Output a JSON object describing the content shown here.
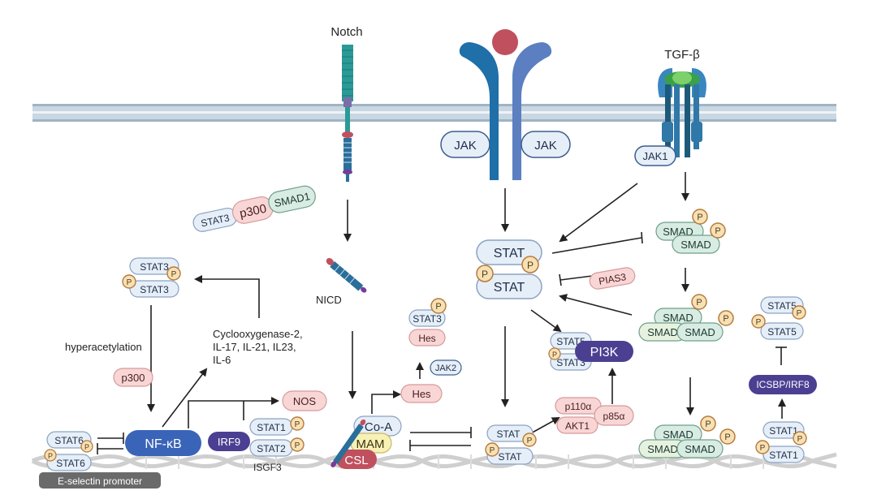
{
  "labels": {
    "notch": "Notch",
    "tgfb": "TGF-β",
    "jak_left": "JAK",
    "jak_right": "JAK",
    "jak1": "JAK1",
    "nicd": "NICD",
    "stat_top": "STAT",
    "stat_bottom": "STAT",
    "pias3": "PIAS3",
    "stat3_a": "STAT3",
    "stat3_b": "STAT3",
    "hyperacetylation": "hyperacetylation",
    "p300_small": "p300",
    "stat3_complex": "STAT3",
    "p300_complex": "p300",
    "smad1_complex": "SMAD1",
    "cytokines_1": "Cyclooxygenase-2,",
    "cytokines_2": "IL-17, IL-21, IL23,",
    "cytokines_3": "IL-6",
    "nfkb": "NF-κB",
    "nos": "NOS",
    "irf9": "IRF9",
    "stat1_isgf": "STAT1",
    "stat2_isgf": "STAT2",
    "isgf3": "ISGF3",
    "stat6_a": "STAT6",
    "stat6_b": "STAT6",
    "eselectin": "E-selectin promoter",
    "coa": "Co-A",
    "mam": "MAM",
    "csl": "CSL",
    "hes_lower": "Hes",
    "hes_upper": "Hes",
    "stat3_hes": "STAT3",
    "jak2": "JAK2",
    "stat5_pi3k": "STAT5",
    "stat3_pi3k": "STAT3",
    "pi3k": "PI3K",
    "p110a": "p110α",
    "akt1": "AKT1",
    "p85a": "p85α",
    "stat_low_a": "STAT",
    "stat_low_b": "STAT",
    "smad_a1": "SMAD",
    "smad_a2": "SMAD",
    "smad_b1": "SMAD",
    "smad_b2": "SMAD",
    "smad_b3": "SMAD",
    "smad_c1": "SMAD",
    "smad_c2": "SMAD",
    "smad_c3": "SMAD",
    "stat5_r1": "STAT5",
    "stat5_r2": "STAT5",
    "icsbp": "ICSBP/IRF8",
    "stat1_r1": "STAT1",
    "stat1_r2": "STAT1",
    "phospho": "P"
  },
  "colors": {
    "membrane": "#b9cbd8",
    "membrane_line": "#9fb4c4",
    "stat_fill": "#e6eef8",
    "stat_stroke": "#8aa3c2",
    "pink_fill": "#f9d6d6",
    "pink_stroke": "#d89a9a",
    "green_fill": "#d8ece4",
    "green_stroke": "#6f9f8a",
    "smad_light": "#e6f2df",
    "nfkb": "#3a64b8",
    "purple": "#4b3f92",
    "phospho_fill": "#f6e1b6",
    "phospho_stroke": "#b87a3a",
    "receptor_blue": "#1f6fa8",
    "receptor_blue2": "#5b7fc0",
    "ligand": "#c0505e",
    "notch_teal": "#2a9a96",
    "tgf_dark": "#1d5a7a",
    "tgf_green": "#3a9a3a",
    "dna": "#c8c8c8",
    "promoter": "#6a6a6a"
  }
}
